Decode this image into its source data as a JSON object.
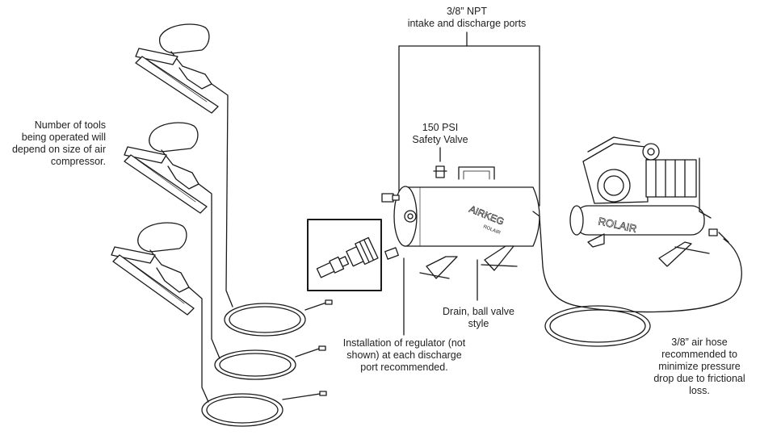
{
  "labels": {
    "npt": [
      "3/8” NPT",
      "intake and discharge ports"
    ],
    "safety_valve": [
      "150 PSI",
      "Safety Valve"
    ],
    "tools": [
      "Number of tools",
      "being operated will",
      "depend on size of air",
      "compressor."
    ],
    "drain": [
      "Drain, ball valve",
      "style"
    ],
    "regulator": [
      "Installation of regulator (not",
      "shown) at each discharge",
      "port recommended."
    ],
    "air_hose": [
      "3/8” air hose",
      "recommended to",
      "minimize pressure",
      "drop due to frictional",
      "loss."
    ]
  },
  "brands": {
    "tank_logo": "AIRKEG",
    "tank_sublogo": "ROLAIR",
    "compressor_logo": "ROLAIR"
  },
  "colors": {
    "line": "#1a1a1a",
    "text": "#222222",
    "background": "#ffffff"
  }
}
